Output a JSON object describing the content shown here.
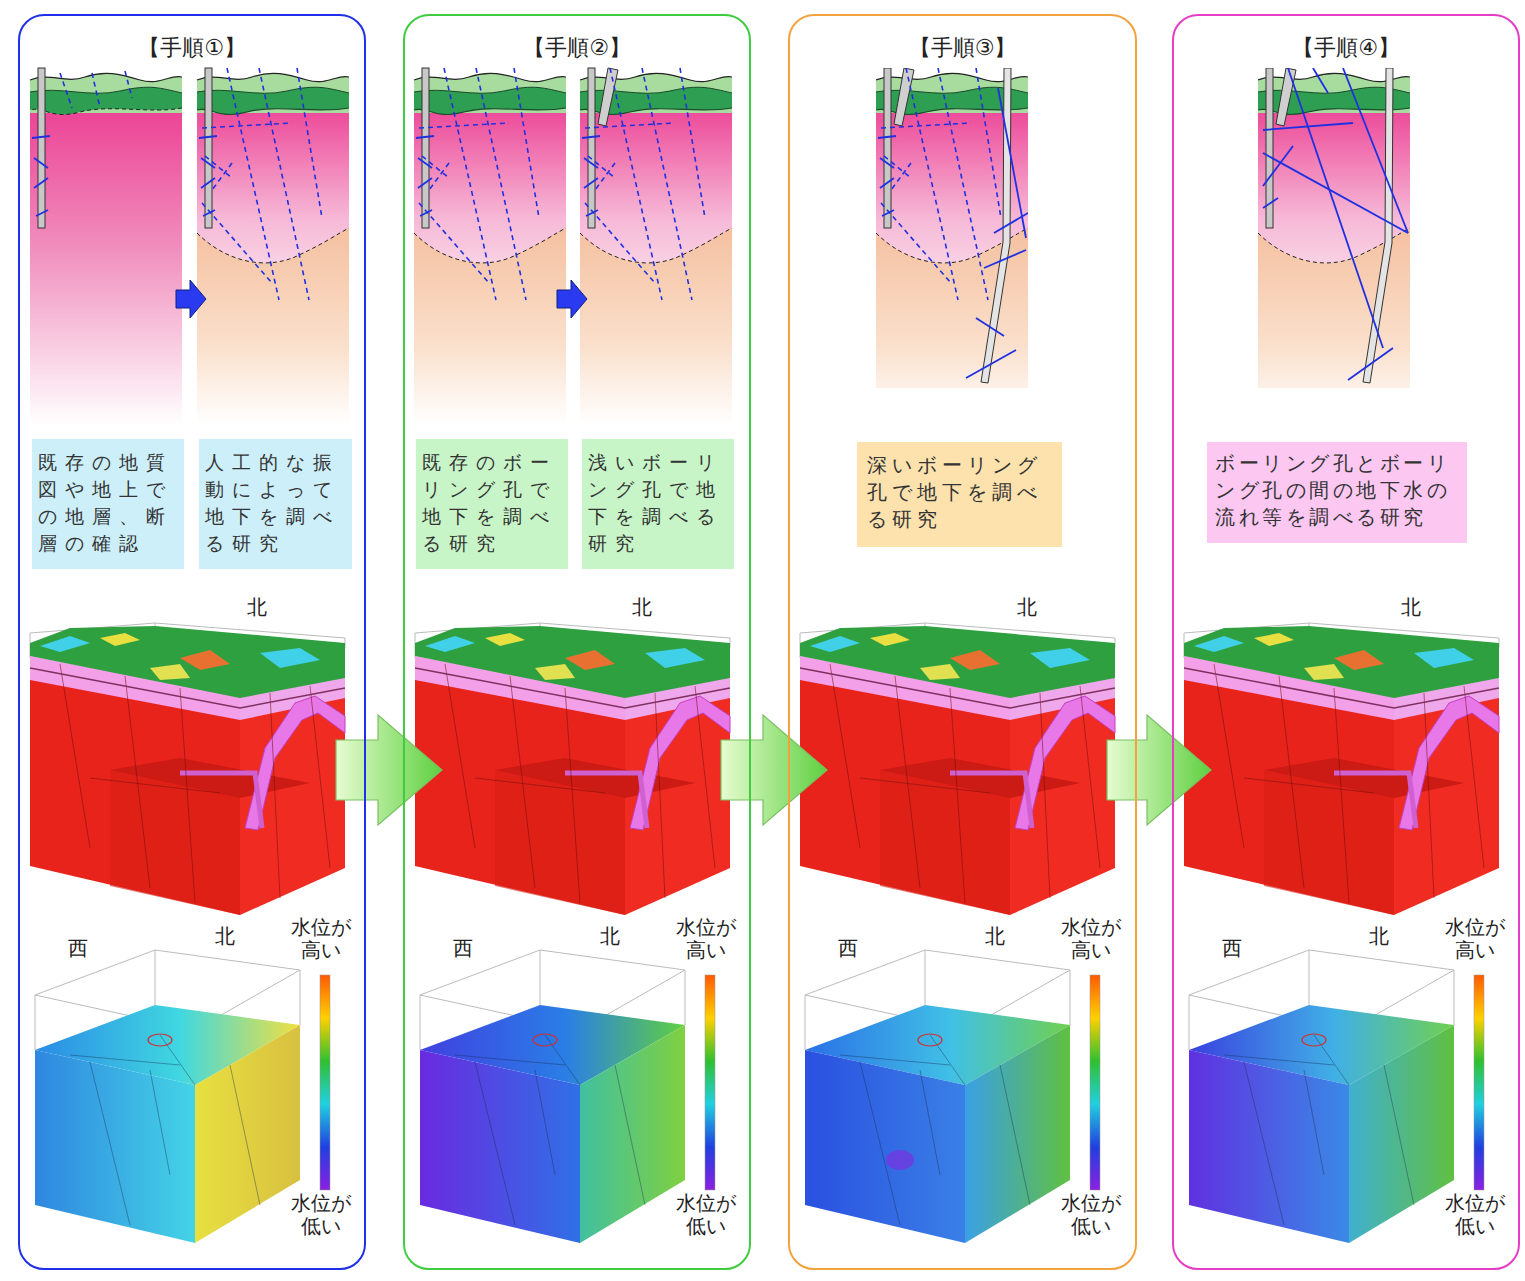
{
  "diagram": {
    "nodes": [
      {
        "text": [
          "【手順①】"
        ]
      },
      {
        "text": [
          "既存の地質図や地上での地層、断層の確認"
        ],
        "in": 0
      },
      {
        "text": [
          "人工的な振動によって地下を調べる研究"
        ],
        "in": 0
      },
      {
        "text": [
          "【手順②】"
        ]
      },
      {
        "text": [
          "既存のボーリング孔で地下を調べる研究"
        ],
        "in": 3
      },
      {
        "text": [
          "浅いボーリング孔で地下を調べる研究"
        ],
        "in": 3
      },
      {
        "text": [
          "【手順③】"
        ]
      },
      {
        "text": [
          "深いボーリング孔で地下を調べる研究"
        ],
        "in": 6
      },
      {
        "text": [
          "【手順④】"
        ]
      },
      {
        "text": [
          "ボーリング孔とボーリング孔の間の地下水の流れ等を調べる研究"
        ],
        "in": 8
      }
    ],
    "edges": [
      {
        "from": 0,
        "to": 3,
        "arrow": "to"
      },
      {
        "from": 3,
        "to": 6,
        "arrow": "to"
      },
      {
        "from": 6,
        "to": 8,
        "arrow": "to"
      }
    ],
    "labels": [
      "北",
      "西",
      "北",
      "水位が高い",
      "水位が低い",
      "北",
      "西",
      "北",
      "水位が高い",
      "水位が低い",
      "北",
      "西",
      "北",
      "水位が高い",
      "水位が低い",
      "北",
      "西",
      "北",
      "水位が高い",
      "水位が低い"
    ]
  }
}
